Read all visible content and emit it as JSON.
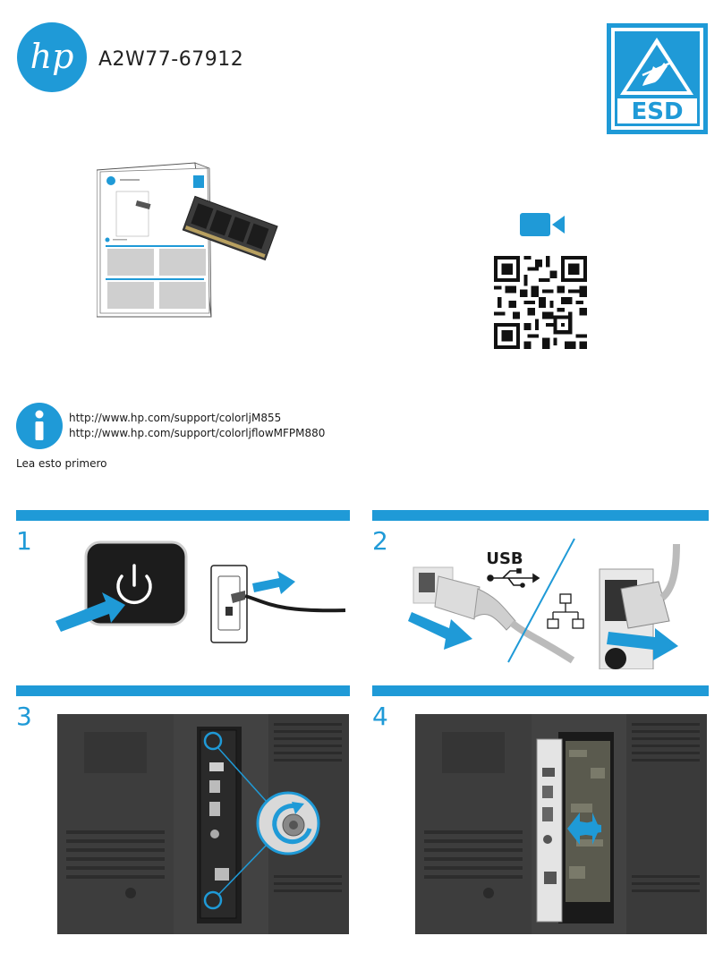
{
  "header": {
    "logo_text": "hp",
    "part_number": "A2W77-67912",
    "esd_label": "ESD"
  },
  "info": {
    "links": [
      "http://www.hp.com/support/colorljM855",
      "http://www.hp.com/support/colorljflowMFPM880"
    ],
    "read_first": "Lea esto primero"
  },
  "steps": [
    {
      "number": "1"
    },
    {
      "number": "2",
      "usb_label": "USB"
    },
    {
      "number": "3"
    },
    {
      "number": "4"
    }
  ],
  "colors": {
    "accent": "#1f9ad7",
    "dark": "#1a1a1a"
  },
  "icons": {
    "video": "video-camera-icon",
    "info": "info-icon",
    "power": "power-icon",
    "usb": "usb-icon",
    "network": "network-icon"
  }
}
